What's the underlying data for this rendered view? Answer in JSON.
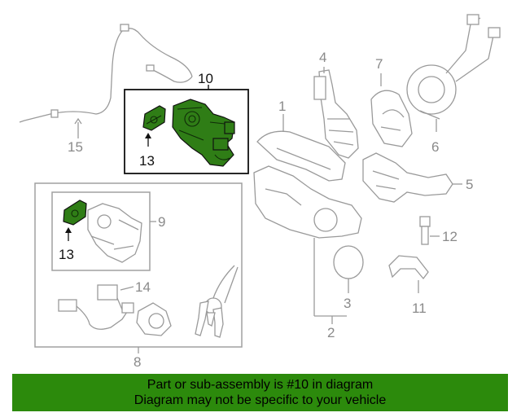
{
  "callouts": {
    "c1": "1",
    "c2": "2",
    "c3": "3",
    "c4": "4",
    "c5": "5",
    "c6": "6",
    "c7": "7",
    "c8": "8",
    "c9": "9",
    "c10": "10",
    "c11": "11",
    "c12": "12",
    "c13a": "13",
    "c13b": "13",
    "c14": "14",
    "c15": "15"
  },
  "banner": {
    "line1": "Part or sub-assembly is #10 in diagram",
    "line2": "Diagram may not be specific to your vehicle"
  },
  "colors": {
    "highlight": "#2f7d16",
    "banner": "#2c8a0c"
  }
}
